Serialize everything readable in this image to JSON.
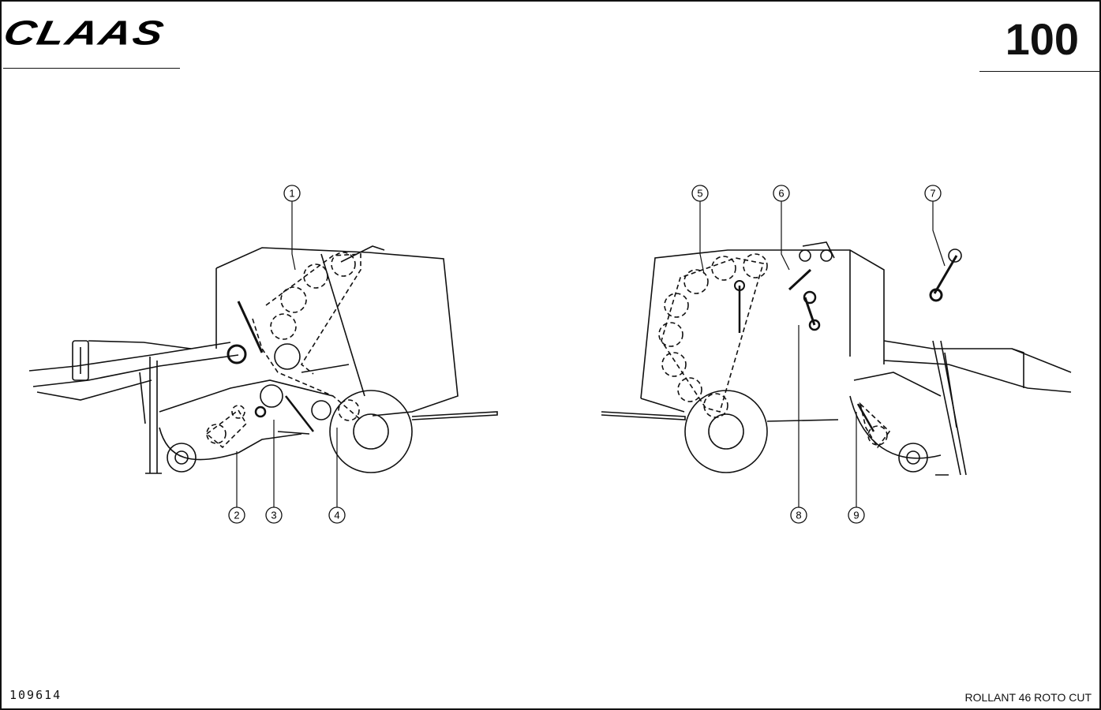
{
  "header": {
    "brand": "CLAAS",
    "page_number": "100"
  },
  "footer": {
    "drawing_number": "109614",
    "model": "ROLLANT 46 ROTO CUT"
  },
  "callouts": [
    {
      "id": "callout-1",
      "label": "1"
    },
    {
      "id": "callout-2",
      "label": "2"
    },
    {
      "id": "callout-3",
      "label": "3"
    },
    {
      "id": "callout-4",
      "label": "4"
    },
    {
      "id": "callout-5",
      "label": "5"
    },
    {
      "id": "callout-6",
      "label": "6"
    },
    {
      "id": "callout-7",
      "label": "7"
    },
    {
      "id": "callout-8",
      "label": "8"
    },
    {
      "id": "callout-9",
      "label": "9"
    }
  ]
}
